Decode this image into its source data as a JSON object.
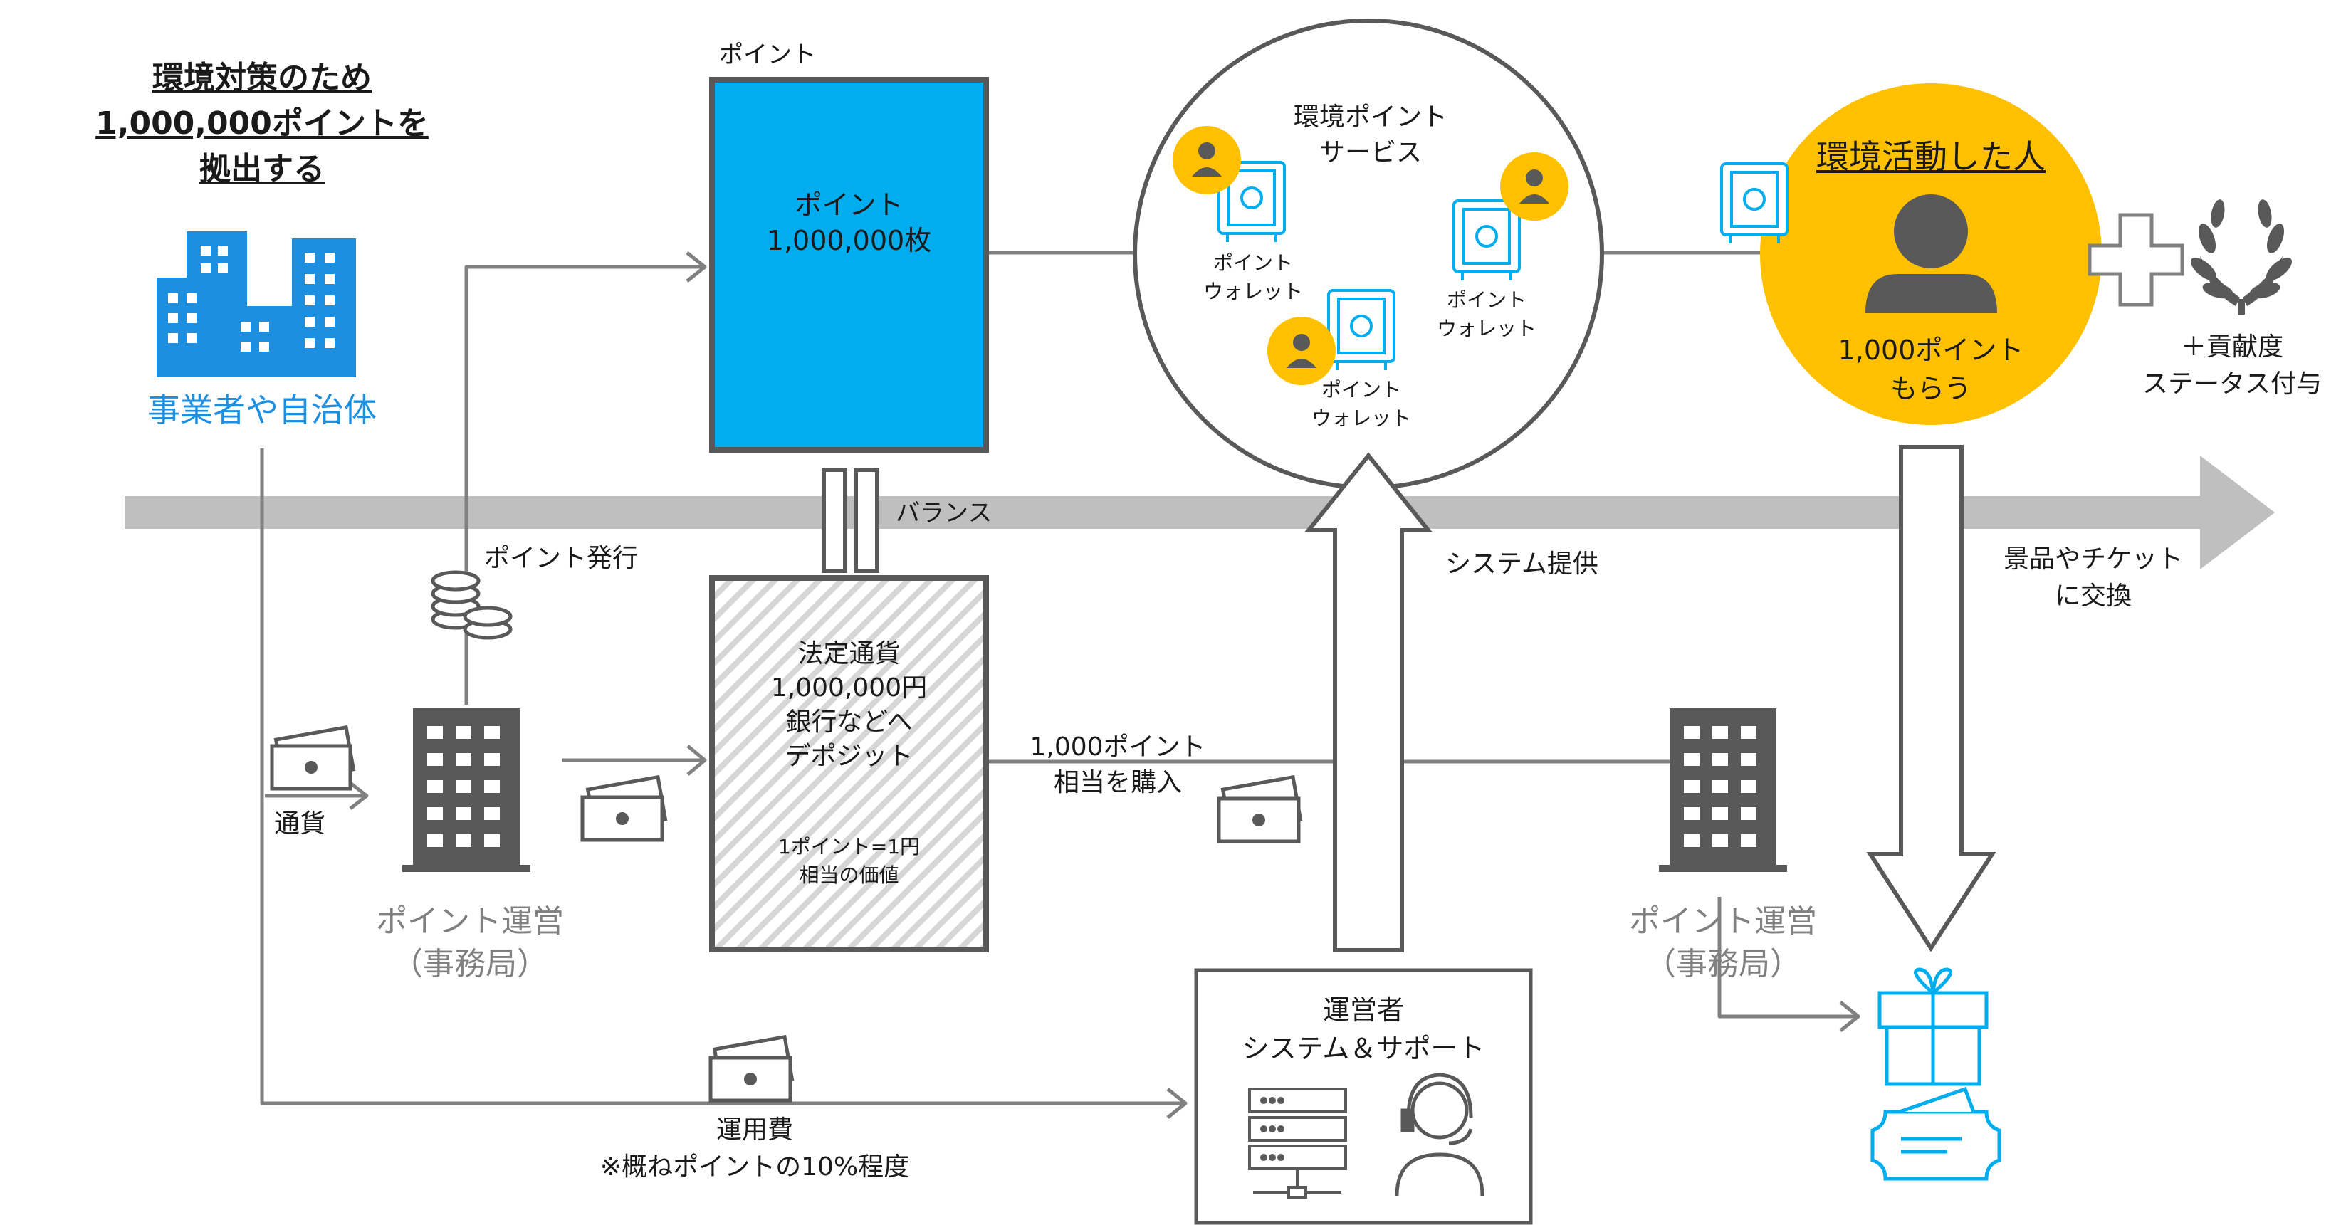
{
  "colors": {
    "accent_blue": "#00adef",
    "icon_blue": "#1d8fe0",
    "highlight_yellow": "#ffc000",
    "flow_gray": "#bfbfbf",
    "dark_gray": "#595959",
    "mid_gray": "#808080",
    "hatch_gray": "#d0d0d0"
  },
  "issuer": {
    "headline": [
      "環境対策のため",
      "1,000,000ポイントを",
      "拠出する"
    ],
    "name": "事業者や自治体",
    "icon": "office-buildings-icon"
  },
  "points_box": {
    "header": "ポイント",
    "title": "ポイント",
    "amount": "1,000,000枚"
  },
  "balance": {
    "label": "バランス",
    "icon": "equals-icon"
  },
  "fiat_box": {
    "lines": [
      "法定通貨",
      "1,000,000円",
      "銀行などへ",
      "デポジット"
    ],
    "note": [
      "1ポイント=1円",
      "相当の価値"
    ]
  },
  "service_circle": {
    "title": [
      "環境ポイント",
      "サービス"
    ],
    "wallets": [
      {
        "label": [
          "ポイント",
          "ウォレット"
        ],
        "icon": "safe-icon",
        "avatar": "user-icon"
      },
      {
        "label": [
          "ポイント",
          "ウォレット"
        ],
        "icon": "safe-icon",
        "avatar": "user-icon"
      },
      {
        "label": [
          "ポイント",
          "ウォレット"
        ],
        "icon": "safe-icon",
        "avatar": "user-icon"
      }
    ]
  },
  "participant": {
    "title": "環境活動した人",
    "reward": [
      "1,000ポイント",
      "もらう"
    ],
    "icon": "person-icon",
    "wallet_icon": "safe-icon"
  },
  "bonus": {
    "label": [
      "＋貢献度",
      "ステータス付与"
    ],
    "icons": [
      "plus-icon",
      "laurel-wreath-icon"
    ]
  },
  "flows": {
    "point_issue": "ポイント発行",
    "currency": "通貨",
    "system_provide": "システム提供",
    "purchase": [
      "1,000ポイント",
      "相当を購入"
    ],
    "exchange": [
      "景品やチケット",
      "に交換"
    ],
    "operation_fee": [
      "運用費",
      "※概ねポイントの10%程度"
    ]
  },
  "operator_left": {
    "label": [
      "ポイント運営",
      "（事務局）"
    ],
    "icon": "office-building-icon"
  },
  "operator_right": {
    "label": [
      "ポイント運営",
      "（事務局）"
    ],
    "icon": "office-building-icon"
  },
  "system_box": {
    "title": [
      "運営者",
      "システム＆サポート"
    ],
    "icons": [
      "server-icon",
      "support-headset-icon"
    ]
  },
  "rewards_icons": [
    "gift-icon",
    "ticket-icon"
  ]
}
